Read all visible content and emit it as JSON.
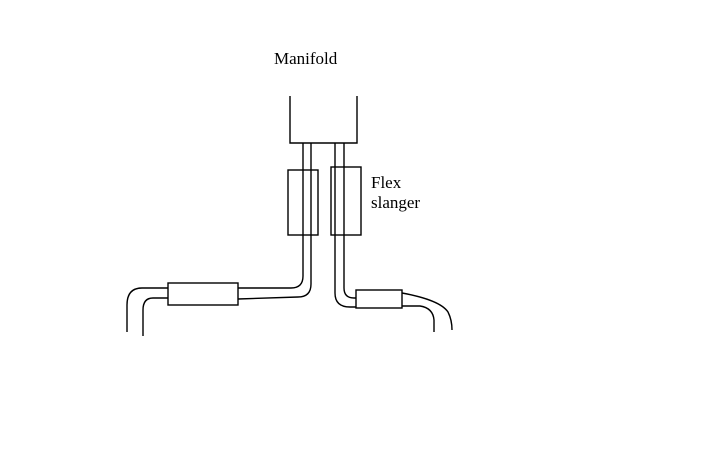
{
  "labels": {
    "manifold": "Manifold",
    "flex_line1": "Flex",
    "flex_line2": "slanger"
  },
  "colors": {
    "background": "#ffffff",
    "ink": "#000000"
  }
}
